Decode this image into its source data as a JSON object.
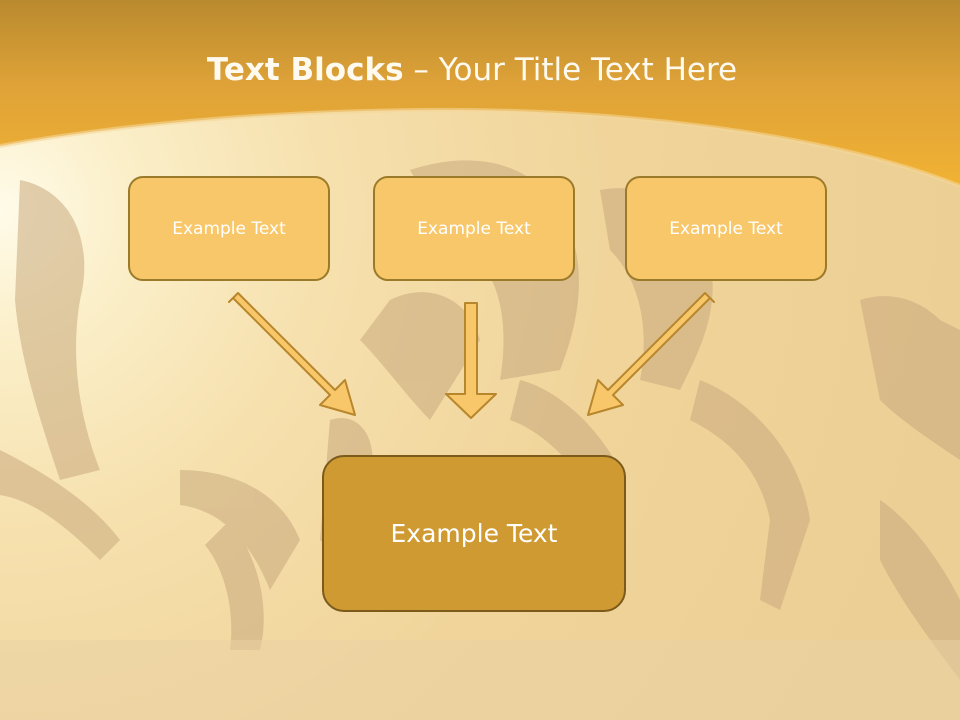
{
  "title": {
    "bold": "Text Blocks",
    "dash": "–",
    "rest": "Your Title Text Here"
  },
  "blocks": {
    "top": [
      "Example Text",
      "Example Text",
      "Example Text"
    ],
    "bottom": "Example Text"
  },
  "colors": {
    "header_band": "#f0b032",
    "box_fill": "#f8c76a",
    "box_border": "#9b7a2a",
    "center_box_fill": "#cf9a32",
    "center_box_border": "#7b5a1c",
    "arrow_fill": "#f8c76a",
    "arrow_stroke": "#b8862c"
  }
}
